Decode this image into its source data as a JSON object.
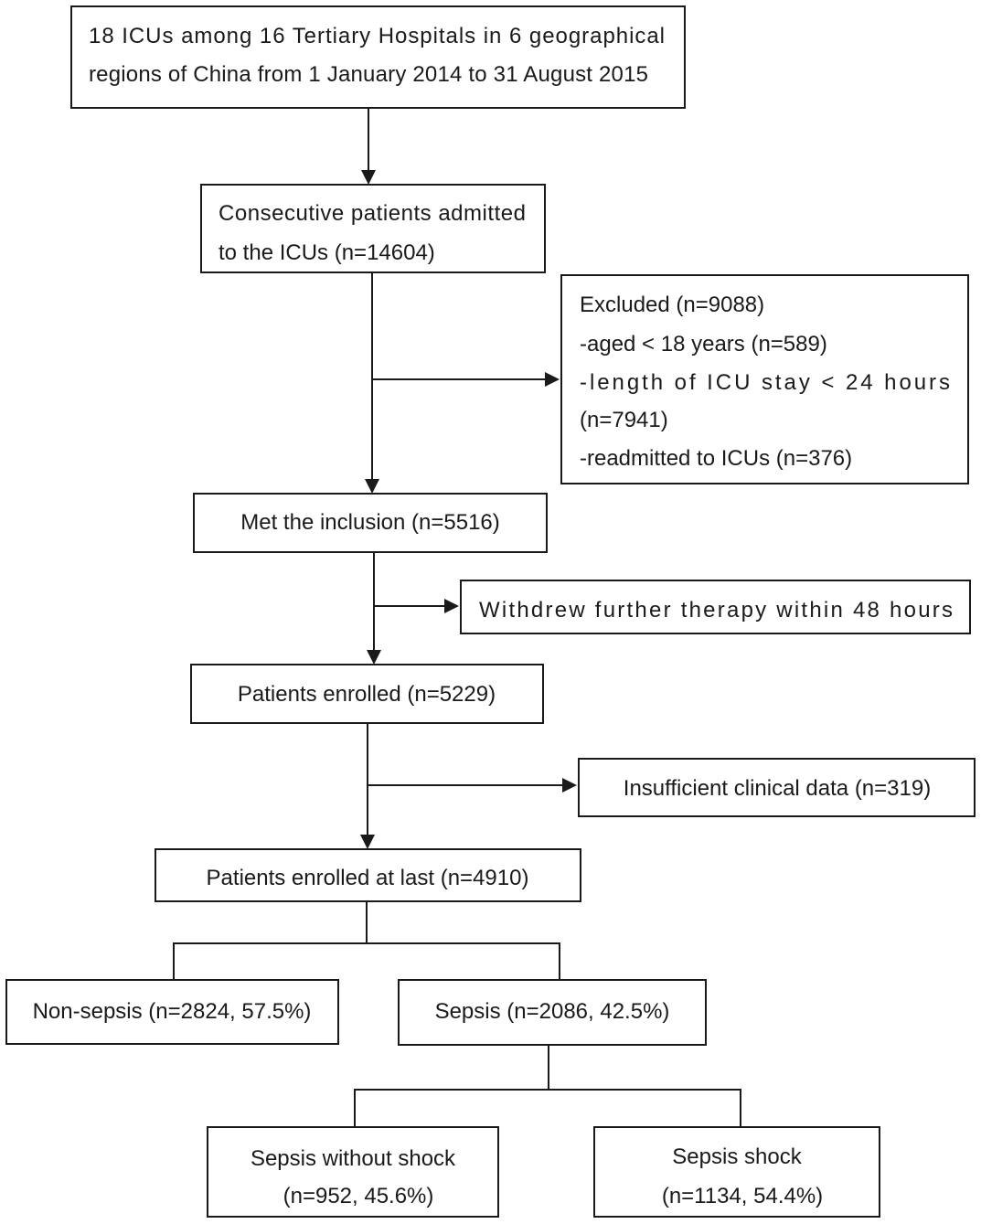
{
  "flowchart": {
    "source": {
      "line1": "18 ICUs among 16 Tertiary Hospitals in 6 geographical",
      "line2": "regions of China from 1 January 2014 to 31 August 2015"
    },
    "admitted": {
      "line1": "Consecutive patients admitted",
      "line2": "to the ICUs (n=14604)"
    },
    "excluded": {
      "title": "Excluded (n=9088)",
      "aged": "-aged < 18 years (n=589)",
      "length_line1": "-length of ICU stay < 24 hours",
      "length_line2": "(n=7941)",
      "readmitted": "-readmitted to ICUs (n=376)"
    },
    "inclusion": {
      "label": "Met the inclusion (n=5516)"
    },
    "withdrew": {
      "label": "Withdrew further therapy within 48 hours"
    },
    "enrolled": {
      "label": "Patients enrolled (n=5229)"
    },
    "insufficient": {
      "label": "Insufficient clinical data (n=319)"
    },
    "enrolled_last": {
      "label": "Patients enrolled at last (n=4910)"
    },
    "non_sepsis": {
      "label": "Non-sepsis (n=2824, 57.5%)"
    },
    "sepsis": {
      "label": "Sepsis (n=2086, 42.5%)"
    },
    "sepsis_without_shock": {
      "line1": "Sepsis without shock",
      "line2": "(n=952, 45.6%)"
    },
    "sepsis_shock": {
      "line1": "Sepsis shock",
      "line2": "(n=1134, 54.4%)"
    }
  }
}
